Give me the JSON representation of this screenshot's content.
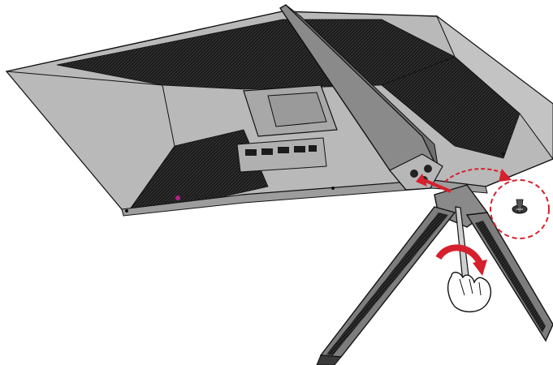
{
  "figure": {
    "type": "assembly-illustration",
    "has_visible_text": false
  },
  "colors": {
    "panel_light": "#b9b9b9",
    "panel_mid": "#9d9d9d",
    "panel_dark": "#1b1b1b",
    "stand_body": "#8a8a8a",
    "stand_edge": "#3a3a3a",
    "outline": "#111111",
    "accent_red": "#d6202d",
    "hand_fill": "#ffffff"
  },
  "icons": [
    "monitor-back-panel",
    "stand-neck",
    "stand-base",
    "screw-detail",
    "screwdriver",
    "hand",
    "insert-arrow",
    "rotate-arrow",
    "detail-callout-circle"
  ]
}
